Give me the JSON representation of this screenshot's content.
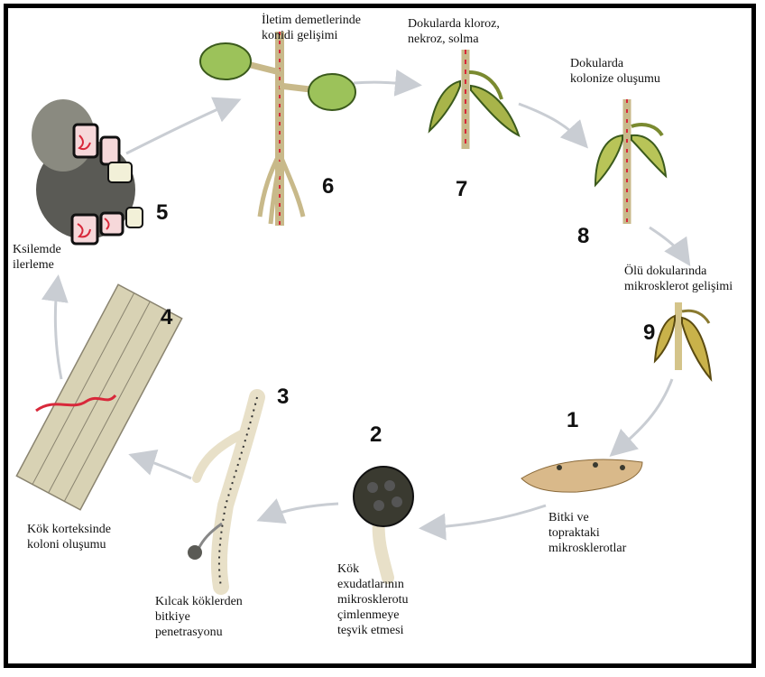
{
  "stages": [
    {
      "number": "1",
      "label": "Bitki ve\ntopraktaki\nmikrosklerotlar"
    },
    {
      "number": "2",
      "label": "Kök\nexudatlarının\nmikrosklerotu\nçimlenmeye\nteşvik etmesi"
    },
    {
      "number": "3",
      "label": "Kılcak köklerden\nbitkiye\npenetrasyonu"
    },
    {
      "number": "4",
      "label": "Kök korteksinde\nkoloni oluşumu"
    },
    {
      "number": "5",
      "label": "Ksilemde\nilerleme"
    },
    {
      "number": "6",
      "label": "İletim demetlerinde\nkonidi gelişimi"
    },
    {
      "number": "7",
      "label": "Dokularda kloroz,\nnekroz, solma"
    },
    {
      "number": "8",
      "label": "Dokularda\nkolonize oluşumu"
    },
    {
      "number": "9",
      "label": "Ölü dokularında\nmikrosklerot gelişimi"
    }
  ],
  "colors": {
    "cycle_arrow": "#c9cdd3",
    "lesion": "#d8283a",
    "leaf": "#9cc25a",
    "stem": "#c8b98a"
  }
}
